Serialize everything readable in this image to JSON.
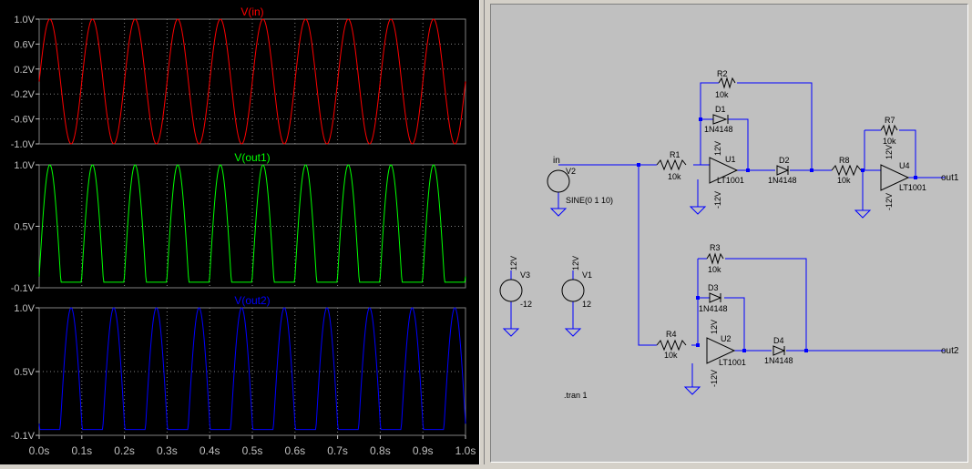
{
  "waveform": {
    "plots": [
      {
        "title": "V(in)",
        "color": "#ff0000",
        "yticks": [
          "1.0V",
          "0.6V",
          "0.2V",
          "-0.2V",
          "-0.6V",
          "-1.0V"
        ]
      },
      {
        "title": "V(out1)",
        "color": "#00ff00",
        "yticks": [
          "1.0V",
          "0.5V",
          "-0.1V"
        ]
      },
      {
        "title": "V(out2)",
        "color": "#0000ff",
        "yticks": [
          "1.0V",
          "0.5V",
          "-0.1V"
        ]
      }
    ],
    "xticks": [
      "0.0s",
      "0.1s",
      "0.2s",
      "0.3s",
      "0.4s",
      "0.5s",
      "0.6s",
      "0.7s",
      "0.8s",
      "0.9s",
      "1.0s"
    ]
  },
  "chart_data": [
    {
      "type": "line",
      "title": "V(in)",
      "x": [
        0,
        0.025,
        0.05,
        0.075,
        0.1,
        0.125,
        0.15,
        0.175,
        0.2,
        0.225,
        0.25,
        0.275,
        0.3,
        0.325,
        0.35,
        0.375,
        0.4,
        0.425,
        0.45,
        0.475,
        0.5,
        0.525,
        0.55,
        0.575,
        0.6,
        0.625,
        0.65,
        0.675,
        0.7,
        0.725,
        0.75,
        0.775,
        0.8,
        0.825,
        0.85,
        0.875,
        0.9,
        0.925,
        0.95,
        0.975,
        1.0
      ],
      "series": [
        {
          "values": [
            0,
            1,
            0,
            -1,
            0,
            1,
            0,
            -1,
            0,
            1,
            0,
            -1,
            0,
            1,
            0,
            -1,
            0,
            1,
            0,
            -1,
            0,
            1,
            0,
            -1,
            0,
            1,
            0,
            -1,
            0,
            1,
            0,
            -1,
            0,
            1,
            0,
            -1,
            0,
            1,
            0,
            -1,
            0
          ]
        }
      ],
      "ylim": [
        -1.0,
        1.0
      ],
      "xlim": [
        0,
        1.0
      ],
      "grid": true
    },
    {
      "type": "line",
      "title": "V(out1)",
      "x": [
        0,
        0.025,
        0.05,
        0.075,
        0.1,
        0.125,
        0.15,
        0.175,
        0.2,
        0.225,
        0.25,
        0.275,
        0.3,
        0.325,
        0.35,
        0.375,
        0.4,
        0.425,
        0.45,
        0.475,
        0.5,
        0.525,
        0.55,
        0.575,
        0.6,
        0.625,
        0.65,
        0.675,
        0.7,
        0.725,
        0.75,
        0.775,
        0.8,
        0.825,
        0.85,
        0.875,
        0.9,
        0.925,
        0.95,
        0.975,
        1.0
      ],
      "series": [
        {
          "values": [
            -0.05,
            1,
            -0.05,
            -0.05,
            -0.05,
            1,
            -0.05,
            -0.05,
            -0.05,
            1,
            -0.05,
            -0.05,
            -0.05,
            1,
            -0.05,
            -0.05,
            -0.05,
            1,
            -0.05,
            -0.05,
            -0.05,
            1,
            -0.05,
            -0.05,
            -0.05,
            1,
            -0.05,
            -0.05,
            -0.05,
            1,
            -0.05,
            -0.05,
            -0.05,
            1,
            -0.05,
            -0.05,
            -0.05,
            1,
            -0.05,
            -0.05,
            -0.05
          ]
        }
      ],
      "ylim": [
        -0.1,
        1.0
      ],
      "xlim": [
        0,
        1.0
      ],
      "grid": true
    },
    {
      "type": "line",
      "title": "V(out2)",
      "x": [
        0,
        0.025,
        0.05,
        0.075,
        0.1,
        0.125,
        0.15,
        0.175,
        0.2,
        0.225,
        0.25,
        0.275,
        0.3,
        0.325,
        0.35,
        0.375,
        0.4,
        0.425,
        0.45,
        0.475,
        0.5,
        0.525,
        0.55,
        0.575,
        0.6,
        0.625,
        0.65,
        0.675,
        0.7,
        0.725,
        0.75,
        0.775,
        0.8,
        0.825,
        0.85,
        0.875,
        0.9,
        0.925,
        0.95,
        0.975,
        1.0
      ],
      "series": [
        {
          "values": [
            -0.05,
            -0.05,
            -0.05,
            1,
            -0.05,
            -0.05,
            -0.05,
            1,
            -0.05,
            -0.05,
            -0.05,
            1,
            -0.05,
            -0.05,
            -0.05,
            1,
            -0.05,
            -0.05,
            -0.05,
            1,
            -0.05,
            -0.05,
            -0.05,
            1,
            -0.05,
            -0.05,
            -0.05,
            1,
            -0.05,
            -0.05,
            -0.05,
            1,
            -0.05,
            -0.05,
            -0.05,
            1,
            -0.05,
            -0.05,
            -0.05,
            1,
            -0.05
          ]
        }
      ],
      "ylim": [
        -0.1,
        1.0
      ],
      "xlim": [
        0,
        1.0
      ],
      "grid": true
    }
  ],
  "schematic": {
    "colors": {
      "wire": "#0000ff",
      "body": "#000000",
      "label": "#000000",
      "background": "#c0c0c0"
    },
    "labels": {
      "in": "in",
      "v2": "V2",
      "v2_value": "SINE(0 1 10)",
      "r1": "R1",
      "r1_value": "10k",
      "r2": "R2",
      "r2_value": "10k",
      "r3": "R3",
      "r3_value": "10k",
      "r4": "R4",
      "r4_value": "10k",
      "r7": "R7",
      "r7_value": "10k",
      "r8": "R8",
      "r8_value": "10k",
      "d1": "D1",
      "d1_value": "1N4148",
      "d2": "D2",
      "d2_value": "1N4148",
      "d3": "D3",
      "d3_value": "1N4148",
      "d4": "D4",
      "d4_value": "1N4148",
      "u1": "U1",
      "u1_value": "LT1001",
      "u2": "U2",
      "u2_value": "LT1001",
      "u4": "U4",
      "u4_value": "LT1001",
      "pos12": "12V",
      "neg12": "-12V",
      "v3": "V3",
      "v3_value": "-12",
      "v1": "V1",
      "v1_value": "12",
      "out1": "out1",
      "out2": "out2",
      "tran": ".tran 1"
    }
  }
}
